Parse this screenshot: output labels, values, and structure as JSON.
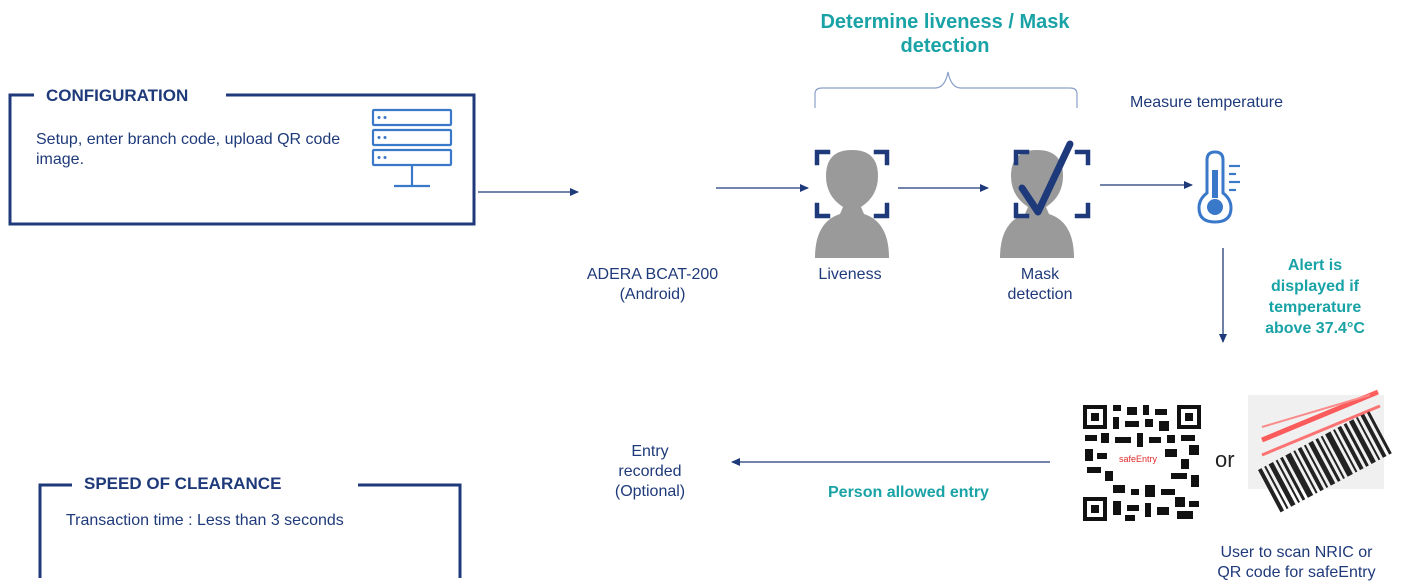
{
  "header": {
    "title": "Determine liveness / Mask detection"
  },
  "configuration": {
    "title": "CONFIGURATION",
    "text": "Setup, enter branch code, upload QR code image.",
    "icon": "server-icon"
  },
  "device": {
    "label_line1": "ADERA BCAT-200",
    "label_line2": "(Android)"
  },
  "steps": {
    "liveness": {
      "label": "Liveness",
      "icon": "face-scan-icon"
    },
    "mask": {
      "label_line1": "Mask",
      "label_line2": "detection",
      "icon": "face-check-icon"
    },
    "temperature": {
      "label": "Measure temperature",
      "icon": "thermometer-icon"
    }
  },
  "alert": {
    "line1": "Alert is",
    "line2": "displayed if",
    "line3": "temperature",
    "line4": "above 37.4°C"
  },
  "scan": {
    "or_label": "or",
    "qr_brand": "safeEntry",
    "caption_line1": "User to scan NRIC or",
    "caption_line2": "QR code for safeEntry",
    "qr_icon": "qr-code-icon",
    "barcode_icon": "barcode-icon"
  },
  "entry": {
    "allowed": "Person allowed entry",
    "recorded_line1": "Entry",
    "recorded_line2": "recorded",
    "recorded_line3": "(Optional)"
  },
  "speed": {
    "title": "SPEED OF CLEARANCE",
    "text": "Transaction time : Less than 3 seconds"
  },
  "colors": {
    "navy": "#1f3a7a",
    "teal": "#1aa3a6",
    "blue": "#3a78c9",
    "gray": "#9a9a9a"
  }
}
